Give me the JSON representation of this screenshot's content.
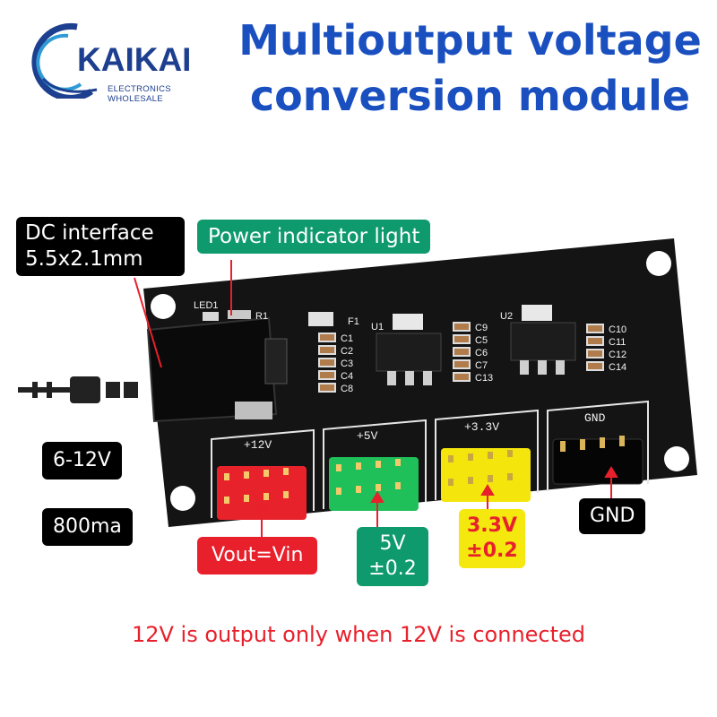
{
  "logo": {
    "name": "KAIKAI",
    "tagline": "ELECTRONICS WHOLESALE"
  },
  "title": {
    "line1": "Multioutput voltage",
    "line2": "conversion module"
  },
  "callouts": {
    "dc_interface_line1": "DC interface",
    "dc_interface_line2": "5.5x2.1mm",
    "power_indicator": "Power indicator light",
    "input_voltage": "6-12V",
    "current": "800ma",
    "vout": "Vout=Vin",
    "out_5v_line1": "5V",
    "out_5v_line2": "±0.2",
    "out_33v_line1": "3.3V",
    "out_33v_line2": "±0.2",
    "gnd": "GND"
  },
  "board": {
    "silkscreen": {
      "led": "LED1",
      "r1": "R1",
      "f1": "F1",
      "u1": "U1",
      "u2": "U2",
      "caps_left": [
        "C1",
        "C2",
        "C3",
        "C4",
        "C8"
      ],
      "caps_mid": [
        "C9",
        "C5",
        "C6",
        "C7",
        "C13"
      ],
      "caps_right": [
        "C10",
        "C11",
        "C12",
        "C14"
      ],
      "header_12v": "+12V",
      "header_5v": "+5V",
      "header_33v": "+3.3V",
      "header_gnd": "GND"
    }
  },
  "colors": {
    "title_blue": "#1a4fc0",
    "label_black": "#000000",
    "label_green": "#0e9a6c",
    "label_red": "#e8202c",
    "label_yellow": "#f4e80f",
    "pcb_black": "#141414",
    "header_red": "#e8222a",
    "header_green": "#1fbf5a",
    "header_yellow": "#f4e60c"
  },
  "footer_note": "12V is output only when 12V is connected"
}
